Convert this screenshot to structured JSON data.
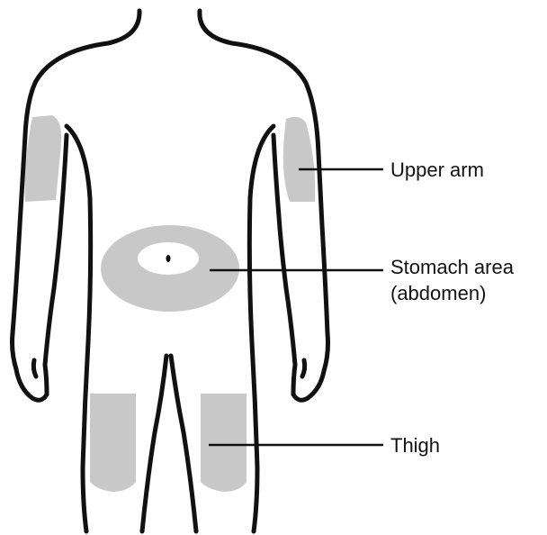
{
  "figure": {
    "labels": {
      "upper_arm": "Upper arm",
      "stomach_line1": "Stomach area",
      "stomach_line2": "(abdomen)",
      "thigh": "Thigh"
    },
    "colors": {
      "outline": "#111111",
      "injection_zone": "#c8c8c8",
      "background": "#ffffff"
    },
    "injection_sites": [
      "upper arm (left)",
      "upper arm (right)",
      "stomach area",
      "thigh (left)",
      "thigh (right)"
    ]
  }
}
